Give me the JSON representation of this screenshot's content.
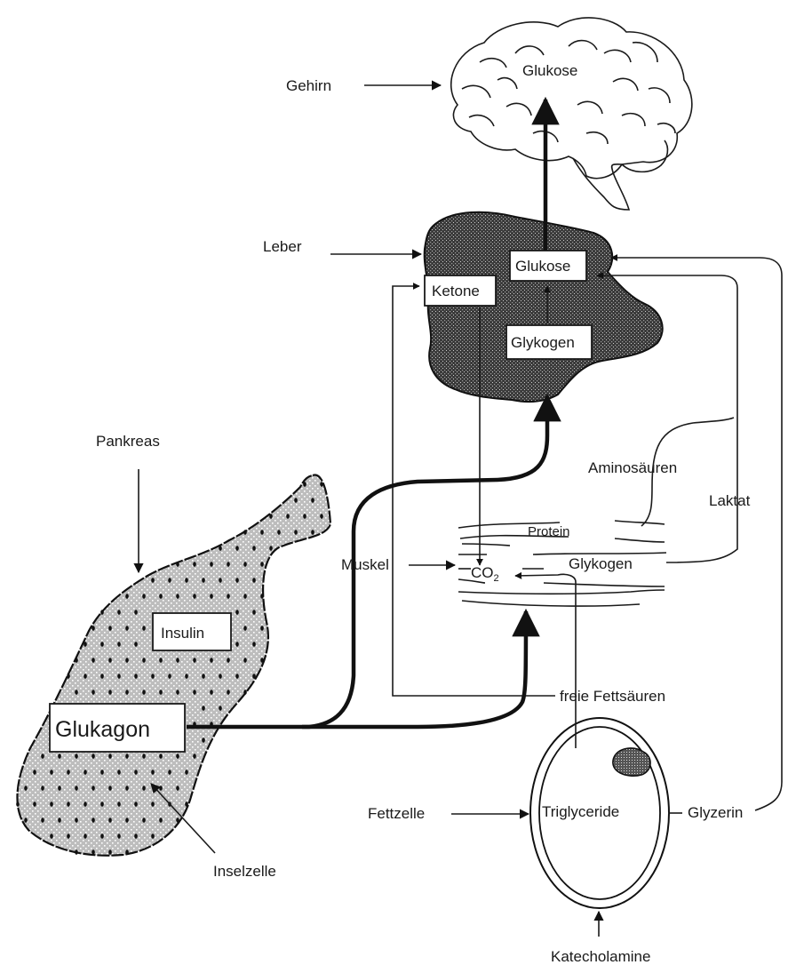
{
  "organs": {
    "brain": "Gehirn",
    "liver": "Leber",
    "pancreas": "Pankreas",
    "muscle": "Muskel",
    "fat_cell": "Fettzelle",
    "islet_cell": "Inselzelle"
  },
  "brain": {
    "glucose": "Glukose"
  },
  "liver": {
    "ketones": "Ketone",
    "glucose": "Glukose",
    "glycogen": "Glykogen"
  },
  "pancreas": {
    "insulin": "Insulin",
    "glucagon": "Glukagon"
  },
  "muscle": {
    "protein": "Protein",
    "co2_main": "CO",
    "co2_sub": "2",
    "glycogen": "Glykogen"
  },
  "metabolites": {
    "amino_acids": "Aminosäuren",
    "lactate": "Laktat",
    "free_fatty_acids": "freie Fettsäuren",
    "triglycerides": "Triglyceride",
    "glycerol": "Glyzerin"
  },
  "hormones": {
    "catecholamines": "Katecholamine"
  }
}
